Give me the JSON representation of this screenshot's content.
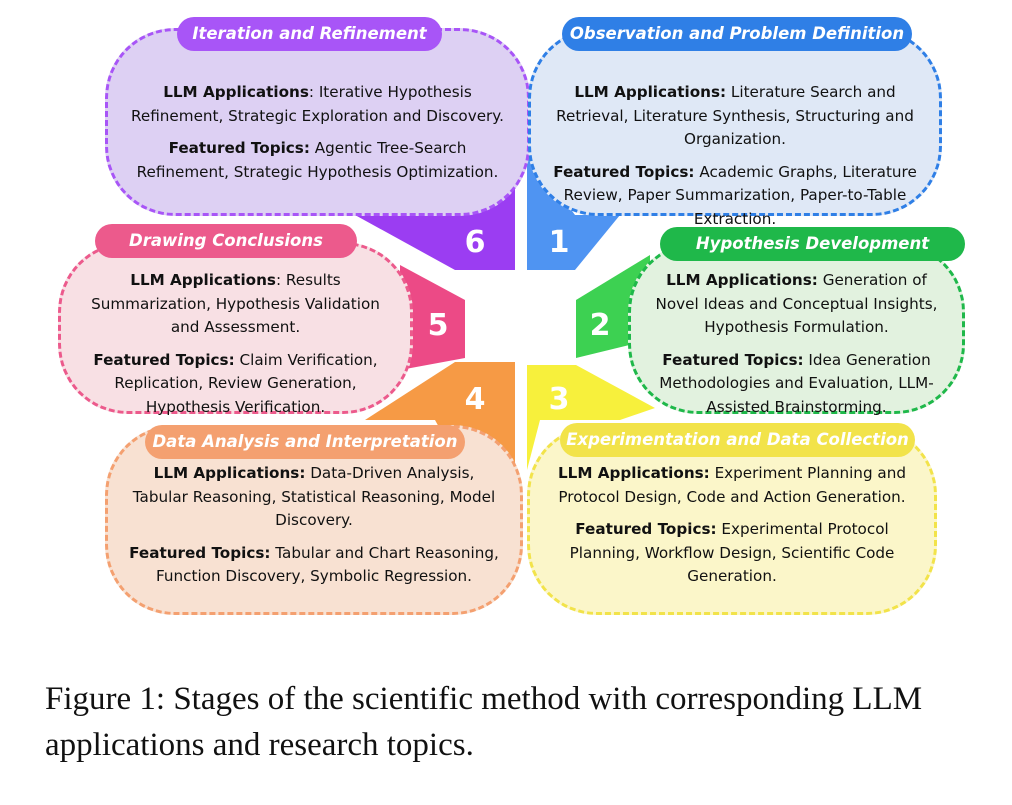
{
  "stages": [
    {
      "number": "1",
      "title": "Observation and Problem Definition",
      "apps_label": "LLM Applications:",
      "apps_text": "Literature Search and Retrieval, Literature Synthesis, Structuring and Organization.",
      "topics_label": "Featured Topics:",
      "topics_text": "Academic Graphs, Literature Review, Paper Summarization, Paper-to-Table Extraction.",
      "color": "#2f7fe6",
      "fill": "#dfe8f6"
    },
    {
      "number": "2",
      "title": "Hypothesis Development",
      "apps_label": "LLM Applications:",
      "apps_text": "Generation of Novel Ideas and Conceptual Insights, Hypothesis Formulation.",
      "topics_label": "Featured Topics:",
      "topics_text": "Idea Generation Methodologies and Evaluation, LLM-Assisted Brainstorming.",
      "color": "#1fb84a",
      "fill": "#e2f2df"
    },
    {
      "number": "3",
      "title": "Experimentation and Data Collection",
      "apps_label": "LLM Applications:",
      "apps_text": "Experiment Planning and Protocol Design, Code and Action Generation.",
      "topics_label": "Featured Topics:",
      "topics_text": "Experimental Protocol Planning, Workflow Design, Scientific Code Generation.",
      "color": "#f2e34a",
      "fill": "#fbf6c9"
    },
    {
      "number": "4",
      "title": "Data Analysis and Interpretation",
      "apps_label": "LLM Applications:",
      "apps_text": "Data-Driven Analysis, Tabular Reasoning, Statistical Reasoning, Model Discovery.",
      "topics_label": "Featured Topics:",
      "topics_text": "Tabular and Chart Reasoning, Function Discovery, Symbolic Regression.",
      "color": "#f4a070",
      "fill": "#f8e1d2"
    },
    {
      "number": "5",
      "title": "Drawing Conclusions",
      "apps_label": "LLM Applications",
      "apps_text": ": Results Summarization, Hypothesis Validation and Assessment.",
      "topics_label": "Featured Topics:",
      "topics_text": "Claim Verification, Replication, Review Generation, Hypothesis Verification.",
      "color": "#ec5a8c",
      "fill": "#f8e0e4"
    },
    {
      "number": "6",
      "title": "Iteration and Refinement",
      "apps_label": "LLM Applications",
      "apps_text": ": Iterative Hypothesis Refinement, Strategic Exploration and Discovery.",
      "topics_label": "Featured Topics:",
      "topics_text": "Agentic Tree-Search Refinement, Strategic Hypothesis Optimization.",
      "color": "#a855f7",
      "fill": "#ddd0f3"
    }
  ],
  "arrow_colors": {
    "1": "#4f94f2",
    "2": "#3dd152",
    "3": "#f7f03c",
    "4": "#f69a45",
    "5": "#ec4a86",
    "6": "#9b3df2"
  },
  "caption": "Figure 1: Stages of the scientific method with corresponding LLM applications and research topics."
}
